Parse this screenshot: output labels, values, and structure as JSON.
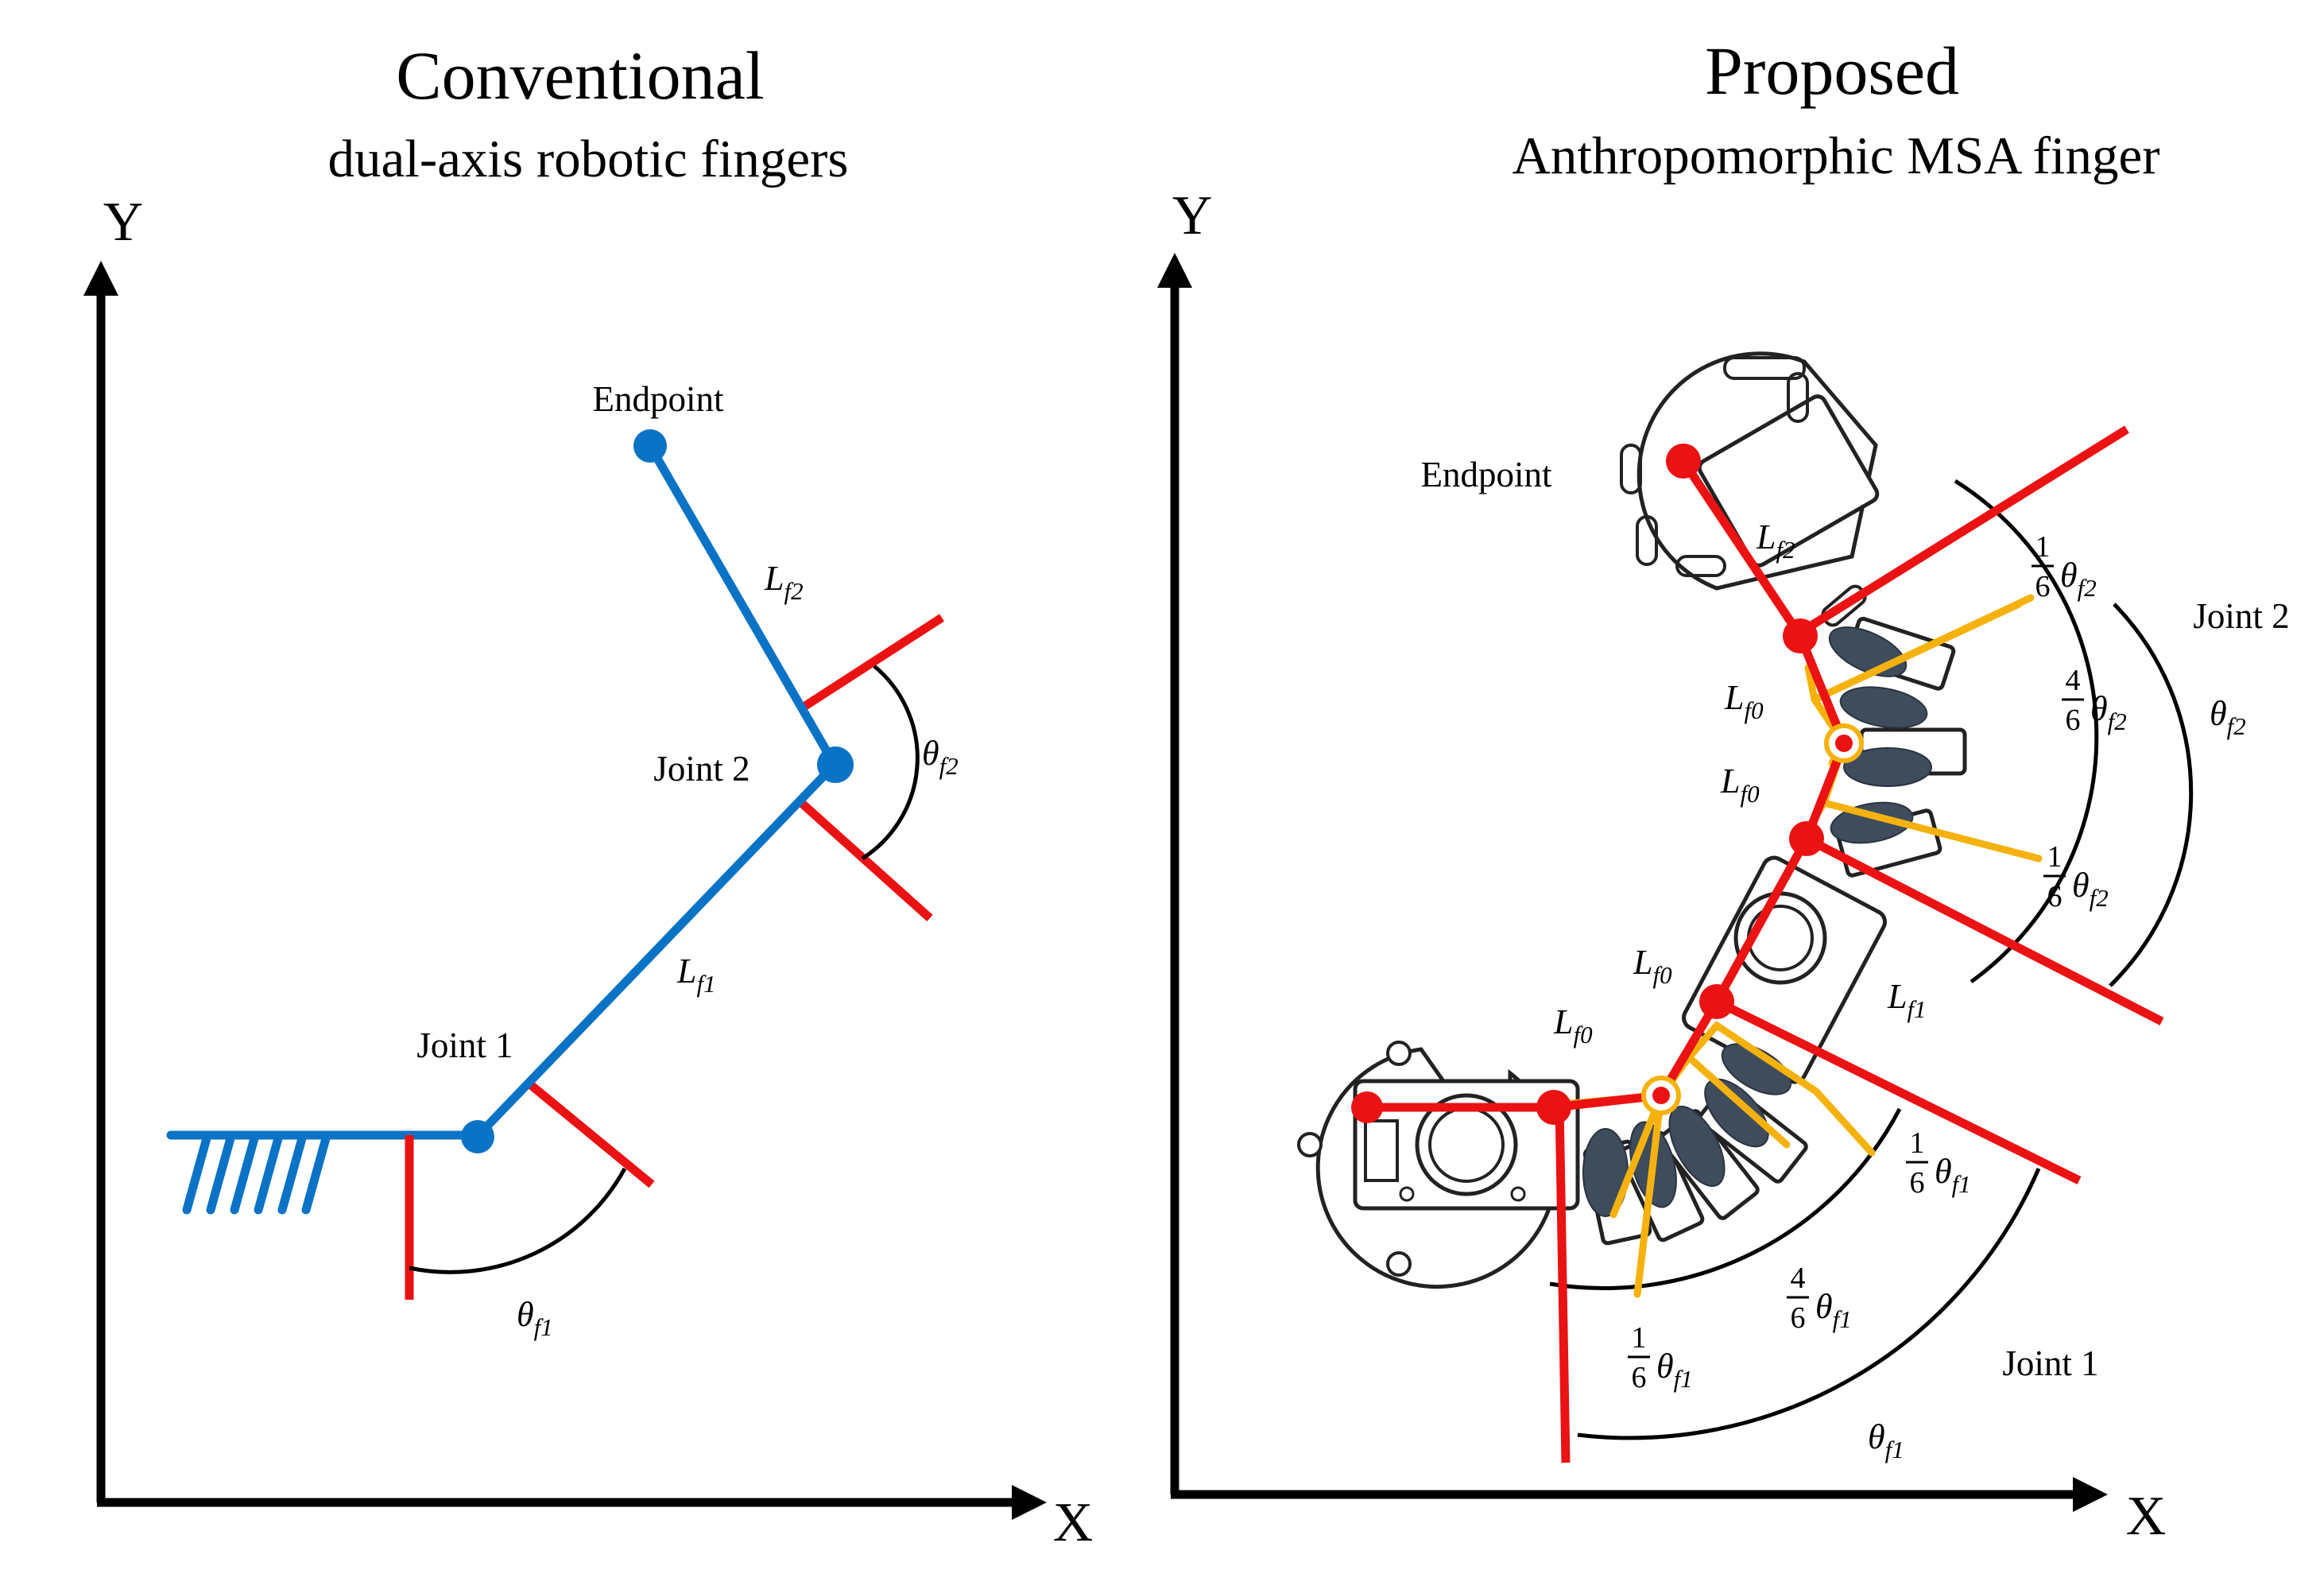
{
  "left_panel": {
    "title": "Conventional",
    "subtitle": "dual-axis robotic fingers",
    "axis_y": "Y",
    "axis_x": "X",
    "endpoint": "Endpoint",
    "joint1": "Joint 1",
    "joint2": "Joint 2",
    "link1": {
      "main": "L",
      "sub": "f1"
    },
    "link2": {
      "main": "L",
      "sub": "f2"
    },
    "angle1": {
      "main": "θ",
      "sub": "f1"
    },
    "angle2": {
      "main": "θ",
      "sub": "f2"
    }
  },
  "right_panel": {
    "title": "Proposed",
    "subtitle": "Anthropomorphic MSA finger",
    "axis_y": "Y",
    "axis_x": "X",
    "endpoint": "Endpoint",
    "joint1": "Joint 1",
    "joint2": "Joint 2",
    "link_f2": {
      "main": "L",
      "sub": "f2"
    },
    "link_f1": {
      "main": "L",
      "sub": "f1"
    },
    "link_f0_a": {
      "main": "L",
      "sub": "f0"
    },
    "link_f0_b": {
      "main": "L",
      "sub": "f0"
    },
    "link_f0_c": {
      "main": "L",
      "sub": "f0"
    },
    "link_f0_d": {
      "main": "L",
      "sub": "f0"
    },
    "angle_f2": {
      "main": "θ",
      "sub": "f2"
    },
    "angle_f1": {
      "main": "θ",
      "sub": "f1"
    },
    "frac_f2_top": {
      "num": "1",
      "den": "6",
      "main": "θ",
      "sub": "f2"
    },
    "frac_f2_mid": {
      "num": "4",
      "den": "6",
      "main": "θ",
      "sub": "f2"
    },
    "frac_f2_bot": {
      "num": "1",
      "den": "6",
      "main": "θ",
      "sub": "f2"
    },
    "frac_f1_top": {
      "num": "1",
      "den": "6",
      "main": "θ",
      "sub": "f1"
    },
    "frac_f1_mid": {
      "num": "4",
      "den": "6",
      "main": "θ",
      "sub": "f1"
    },
    "frac_f1_bot": {
      "num": "1",
      "den": "6",
      "main": "θ",
      "sub": "f1"
    }
  },
  "colors": {
    "link_blue": "#0a73c6",
    "reference_red": "#ea1212",
    "segment_yellow": "#f5b20e",
    "pad_gray": "#3f4c5c"
  }
}
